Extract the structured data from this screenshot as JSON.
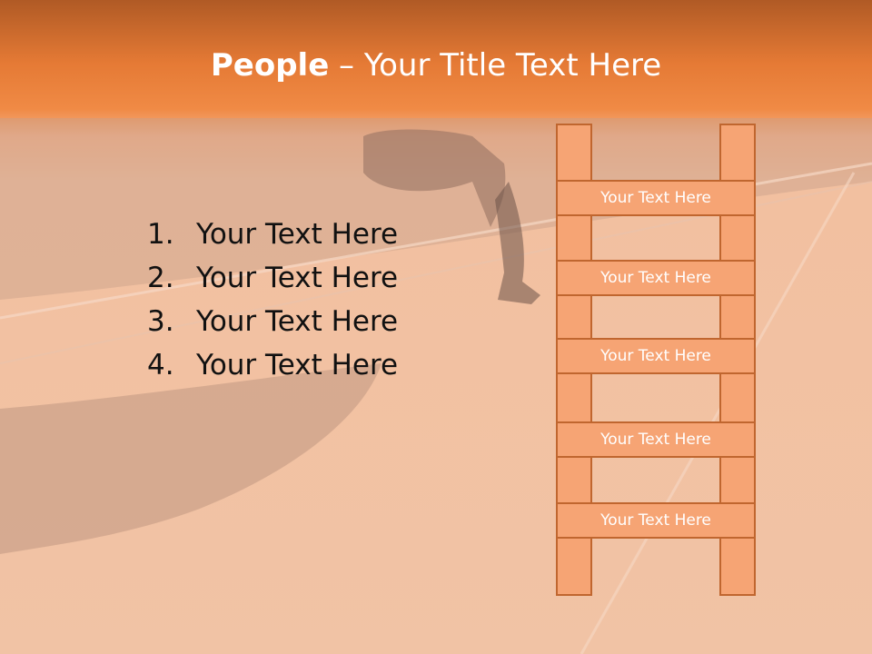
{
  "slide": {
    "title_bold": "People",
    "title_rest": " – Your Title Text Here",
    "list": [
      {
        "num": "1.",
        "text": "Your Text Here"
      },
      {
        "num": "2.",
        "text": "Your Text Here"
      },
      {
        "num": "3.",
        "text": "Your Text Here"
      },
      {
        "num": "4.",
        "text": "Your Text Here"
      }
    ],
    "ladder_rungs": [
      "Your Text Here",
      "Your Text Here",
      "Your Text Here",
      "Your Text Here",
      "Your Text Here"
    ]
  },
  "colors": {
    "accent": "#e57a35",
    "ladder_fill": "#f6a474",
    "ladder_border": "#c0662f"
  }
}
